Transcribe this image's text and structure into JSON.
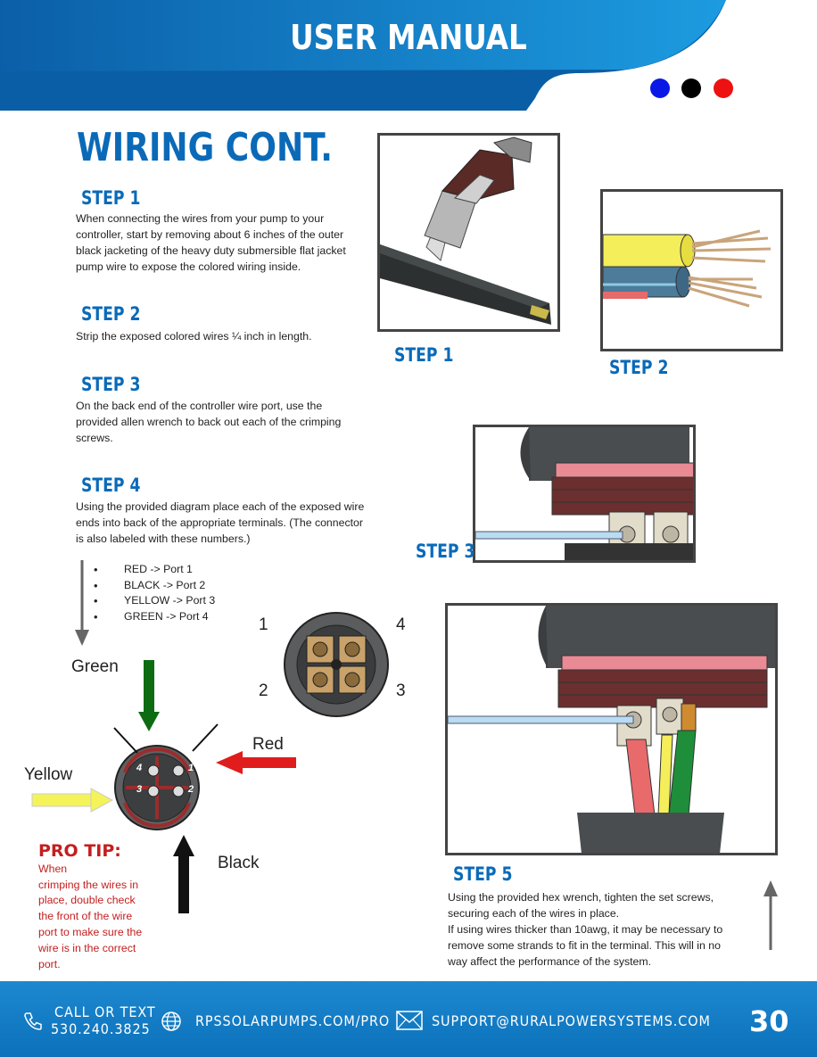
{
  "header": {
    "title": "USER MANUAL",
    "dots": [
      "#0a18e6",
      "#000000",
      "#ee1111"
    ]
  },
  "page_title": "WIRING CONT.",
  "steps": [
    {
      "head": "STEP 1",
      "text": "When connecting the wires from your pump to your controller, start by removing about 6 inches of the outer black jacketing of the heavy duty submersible flat jacket pump wire to expose the colored wiring inside."
    },
    {
      "head": "STEP 2",
      "text": "Strip the exposed colored wires ¼ inch in length."
    },
    {
      "head": "STEP 3",
      "text": "On the back end of the controller wire port, use the provided allen wrench to back out each of the crimping screws."
    },
    {
      "head": "STEP 4",
      "text": "Using the provided diagram place each of the exposed wire ends into back of the appropriate terminals.  (The connector is also labeled with these numbers.)"
    },
    {
      "head": "STEP 5",
      "text": "Using the provided hex wrench, tighten the set screws, securing each of the wires in place.",
      "text2": "If using wires thicker than 10awg, it may be necessary to remove some strands to fit in the terminal.  This will in no way affect the performance of the system."
    }
  ],
  "bullets": [
    "RED -> Port 1",
    "BLACK -> Port 2",
    "YELLOW -> Port 3",
    "GREEN -> Port 4"
  ],
  "image_captions": {
    "step1": "STEP 1",
    "step2": "STEP 2",
    "step3": "STEP 3"
  },
  "diagram": {
    "green": "Green",
    "red": "Red",
    "yellow": "Yellow",
    "black": "Black",
    "ports": [
      "1",
      "4",
      "2",
      "3"
    ],
    "face_numbers": [
      "4",
      "1",
      "3",
      "2"
    ]
  },
  "pro_tip": {
    "head": "PRO TIP:",
    "text_inline": "When",
    "text": "crimping the wires in place, double check the front of the wire port to make sure the wire is in the correct port."
  },
  "footer": {
    "call_label": "CALL OR TEXT",
    "phone": "530.240.3825",
    "website": "RPSSOLARPUMPS.COM/PRO",
    "email": "SUPPORT@RURALPOWERSYSTEMS.COM",
    "page_number": "30"
  }
}
